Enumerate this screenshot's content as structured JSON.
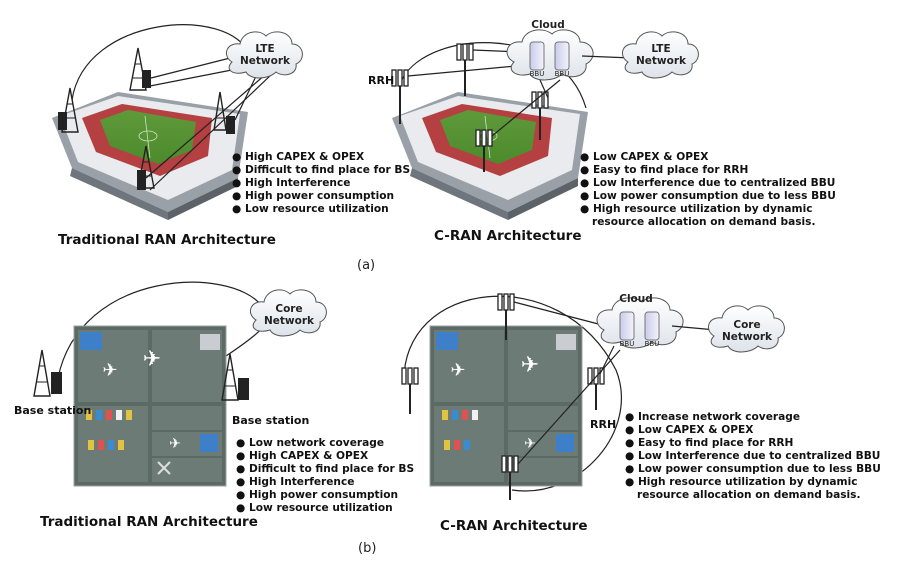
{
  "panel_a": {
    "traditional": {
      "title": "Traditional RAN Architecture",
      "cloud": "LTE Network",
      "bullets": [
        "High CAPEX & OPEX",
        "Difficult to find place for BS",
        "High Interference",
        "High power consumption",
        "Low resource utilization"
      ]
    },
    "cran": {
      "title": "C-RAN Architecture",
      "cloud_title": "Cloud",
      "bbu1": "BBU",
      "bbu2": "BBU",
      "rrh": "RRH",
      "network": "LTE Network",
      "bullets": [
        "Low CAPEX & OPEX",
        "Easy to find place for RRH",
        "Low Interference due to centralized BBU",
        "Low power consumption due to less BBU",
        "High resource utilization by dynamic",
        "resource allocation on demand basis."
      ]
    },
    "caption": "(a)"
  },
  "panel_b": {
    "traditional": {
      "title": "Traditional RAN Architecture",
      "cloud": "Core Network",
      "bs_left": "Base station",
      "bs_right": "Base station",
      "bullets": [
        "Low network coverage",
        "High CAPEX & OPEX",
        "Difficult to find place for BS",
        "High Interference",
        "High power consumption",
        "Low resource utilization"
      ]
    },
    "cran": {
      "title": "C-RAN Architecture",
      "cloud_title": "Cloud",
      "bbu1": "BBU",
      "bbu2": "BBU",
      "rrh": "RRH",
      "network": "Core Network",
      "bullets": [
        "Increase network coverage",
        "Low CAPEX & OPEX",
        "Easy to find place for RRH",
        "Low Interference due to centralized BBU",
        "Low power consumption due to less BBU",
        "High resource utilization by dynamic",
        "resource allocation on demand basis."
      ]
    },
    "caption": "(b)"
  }
}
